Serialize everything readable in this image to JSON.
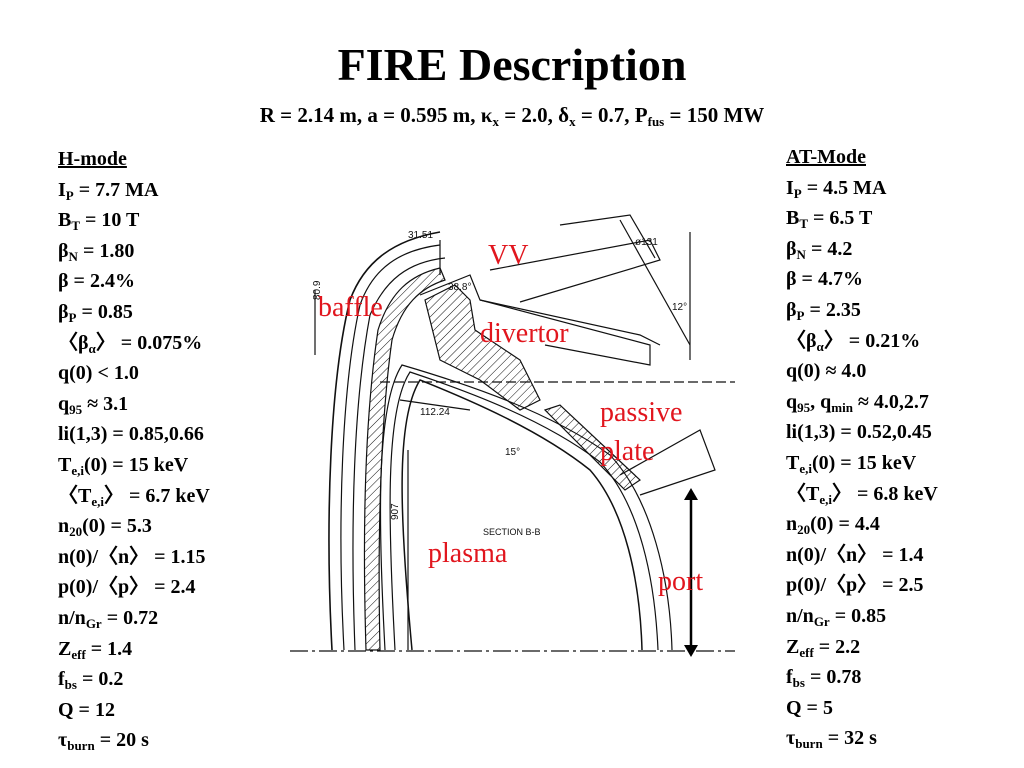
{
  "title": "FIRE Description",
  "params": "R = 2.14 m, a = 0.595 m, κₓ = 2.0, δₓ = 0.7, P_fus = 150 MW",
  "params_parts": {
    "p1": "R = 2.14 m, a = 0.595 m, κ",
    "s1": "x",
    "p2": " = 2.0, δ",
    "s2": "x",
    "p3": " = 0.7, P",
    "s3": "fus",
    "p4": " = 150 MW"
  },
  "left": {
    "heading": "H-mode",
    "rows": [
      [
        "I",
        "P",
        " = 7.7 MA"
      ],
      [
        "B",
        "T",
        " = 10 T"
      ],
      [
        "β",
        "N",
        " = 1.80"
      ],
      [
        "β",
        "",
        " = 2.4%"
      ],
      [
        "β",
        "P",
        " = 0.85"
      ],
      [
        "〈β",
        "α",
        "〉 = 0.075%"
      ],
      [
        "q(0) < 1.0",
        "",
        ""
      ],
      [
        "q",
        "95",
        " ≈ 3.1"
      ],
      [
        "li(1,3) = 0.85,0.66",
        "",
        ""
      ],
      [
        "T",
        "e,i",
        "(0) = 15 keV"
      ],
      [
        "〈T",
        "e,i",
        "〉 = 6.7 keV"
      ],
      [
        "n",
        "20",
        "(0) = 5.3"
      ],
      [
        "n(0)/〈n〉 = 1.15",
        "",
        ""
      ],
      [
        "p(0)/〈p〉 = 2.4",
        "",
        ""
      ],
      [
        "n/n",
        "Gr",
        " = 0.72"
      ],
      [
        "Z",
        "eff",
        " = 1.4"
      ],
      [
        "f",
        "bs",
        " = 0.2"
      ],
      [
        "Q = 12",
        "",
        ""
      ],
      [
        "τ",
        "burn",
        " = 20 s"
      ]
    ]
  },
  "right": {
    "heading": "AT-Mode",
    "rows": [
      [
        "I",
        "P",
        " = 4.5 MA"
      ],
      [
        "B",
        "T",
        " = 6.5 T"
      ],
      [
        "β",
        "N",
        " = 4.2"
      ],
      [
        "β",
        "",
        " = 4.7%"
      ],
      [
        "β",
        "P",
        " = 2.35"
      ],
      [
        "〈β",
        "α",
        "〉 = 0.21%"
      ],
      [
        "q(0) ≈ 4.0",
        "",
        ""
      ],
      [
        "q",
        "95",
        ", q",
        "min",
        " ≈ 4.0,2.7"
      ],
      [
        "li(1,3) = 0.52,0.45",
        "",
        ""
      ],
      [
        "T",
        "e,i",
        "(0) = 15 keV"
      ],
      [
        "〈T",
        "e,i",
        "〉 = 6.8 keV"
      ],
      [
        "n",
        "20",
        "(0) = 4.4"
      ],
      [
        "n(0)/〈n〉 = 1.4",
        "",
        ""
      ],
      [
        "p(0)/〈p〉 = 2.5",
        "",
        ""
      ],
      [
        "n/n",
        "Gr",
        " = 0.85"
      ],
      [
        "Z",
        "eff",
        " = 2.2"
      ],
      [
        "f",
        "bs",
        " = 0.78"
      ],
      [
        "Q = 5",
        "",
        ""
      ],
      [
        "τ",
        "burn",
        " = 32 s"
      ]
    ]
  },
  "diagram": {
    "labels": {
      "vv": "VV",
      "baffle": "baffle",
      "divertor": "divertor",
      "passive": "passive",
      "plate": "plate",
      "plasma": "plasma",
      "port": "port"
    },
    "dims": {
      "d1": "31.51",
      "d2": "80.9",
      "d3": "38.8°",
      "d4": "ø131",
      "d5": "12°",
      "d6": "112.24",
      "d7": "15°",
      "d8": "907",
      "section": "SECTION B-B"
    },
    "label_color": "#e1161e"
  }
}
